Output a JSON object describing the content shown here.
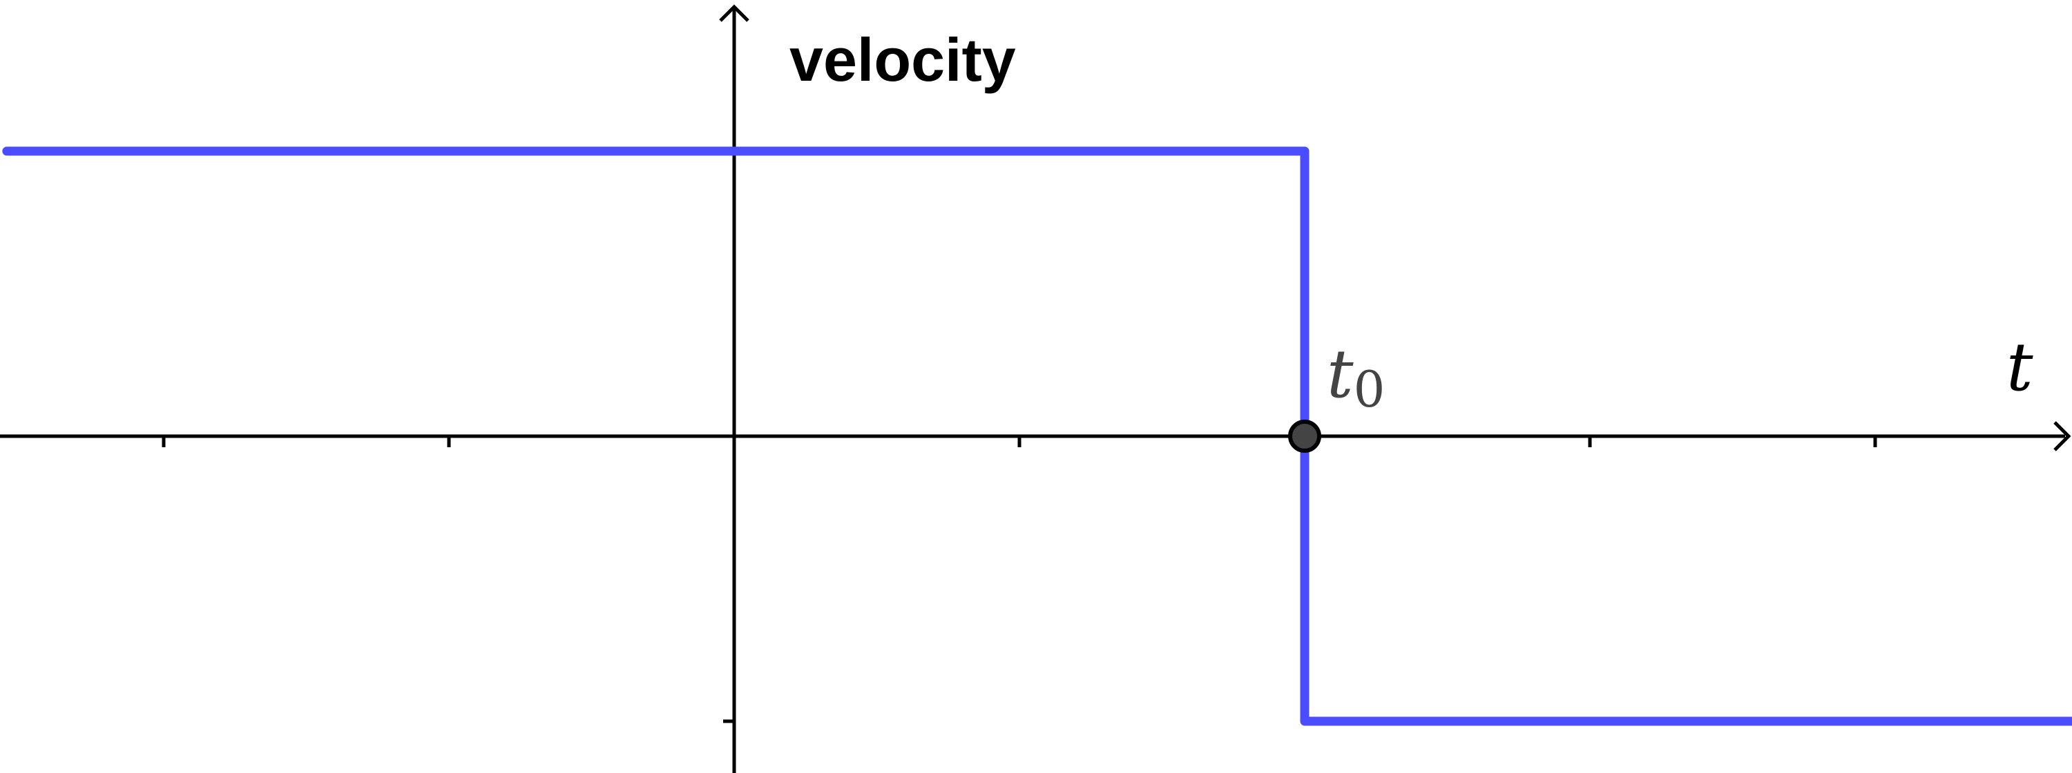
{
  "chart_data": {
    "type": "line",
    "title": "",
    "ylabel": "velocity",
    "xlabel": "t",
    "xlim": [
      -2.55,
      4.7
    ],
    "ylim": [
      -1.25,
      1.53
    ],
    "x_ticks": [
      -2,
      -1,
      1,
      2,
      3,
      4
    ],
    "y_ticks": [
      -1,
      1
    ],
    "grid": false,
    "series": [
      {
        "name": "velocity",
        "color": "#4c4cff",
        "points": [
          [
            -2.55,
            1
          ],
          [
            2,
            1
          ],
          [
            2,
            -1
          ],
          [
            4.7,
            -1
          ]
        ]
      }
    ],
    "annotations": [
      {
        "label_base": "t",
        "label_sub": "0",
        "x": 2,
        "y": 0,
        "marker_color": "#444444"
      }
    ]
  }
}
